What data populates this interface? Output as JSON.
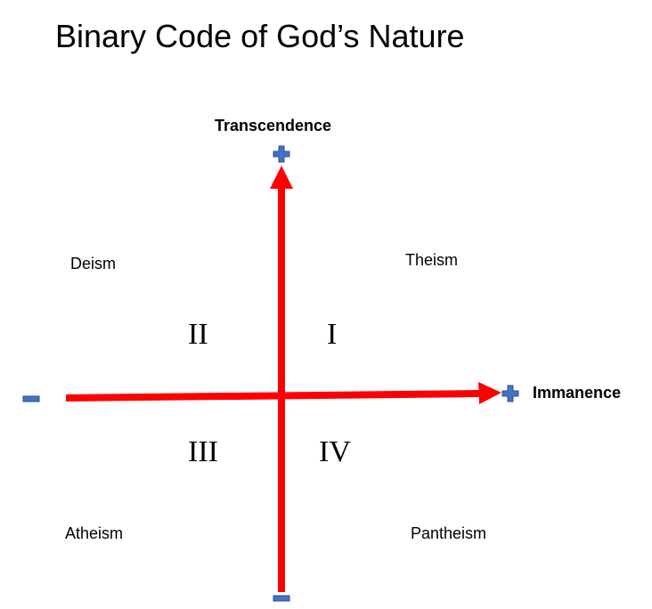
{
  "title": "Binary Code of God’s Nature",
  "axes": {
    "vertical": {
      "label": "Transcendence",
      "positive_symbol": "plus-icon",
      "negative_symbol": "minus-icon"
    },
    "horizontal": {
      "label": "Immanence",
      "positive_symbol": "plus-icon",
      "negative_symbol": "minus-icon"
    }
  },
  "quadrants": [
    {
      "numeral": "I",
      "name": "Theism"
    },
    {
      "numeral": "II",
      "name": "Deism"
    },
    {
      "numeral": "III",
      "name": "Atheism"
    },
    {
      "numeral": "IV",
      "name": "Pantheism"
    }
  ],
  "colors": {
    "arrow": "#ff0000",
    "sign": "#4472c4",
    "sign_border": "#2f528f"
  }
}
